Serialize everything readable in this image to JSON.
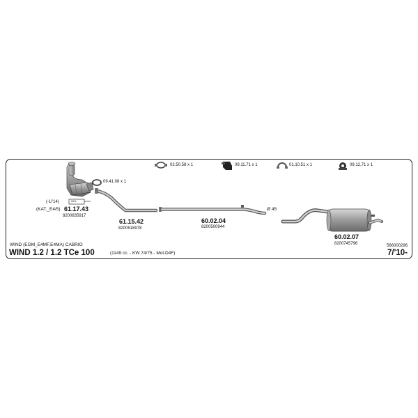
{
  "accessories": [
    {
      "icon": "clamp-icon",
      "label": "02.50.58 x 1"
    },
    {
      "icon": "mounting-bracket-icon",
      "label": "09.11.71 x 1"
    },
    {
      "icon": "pipe-clamp-icon",
      "label": "01.10.51 x 1"
    },
    {
      "icon": "rubber-hanger-icon",
      "label": "09.12.71 x 1"
    }
  ],
  "gasket": {
    "label": "09.41.08 x 1"
  },
  "catalyst": {
    "date_note": "(-1/'14)",
    "kat_note": "(KAT._E4/5)",
    "part_no": "61.17.43",
    "oem": "8200835917",
    "tag": "INCL."
  },
  "parts": [
    {
      "part_no": "61.15.42",
      "oem": "8200518978"
    },
    {
      "part_no": "60.02.04",
      "oem": "8200500944"
    },
    {
      "part_no": "60.02.07",
      "oem": "8200745796"
    }
  ],
  "diameter_label": "Ø 45",
  "vehicle": {
    "variant": "WIND (EGM_E4MF,E4MA) CABRIO",
    "model": "WIND 1.2 / 1.2 TCe 100",
    "engine": "(1149 cc. - KW 74/75 - Mot.D4F)",
    "diagram_id": "566000296",
    "date_range": "7/'10-"
  }
}
